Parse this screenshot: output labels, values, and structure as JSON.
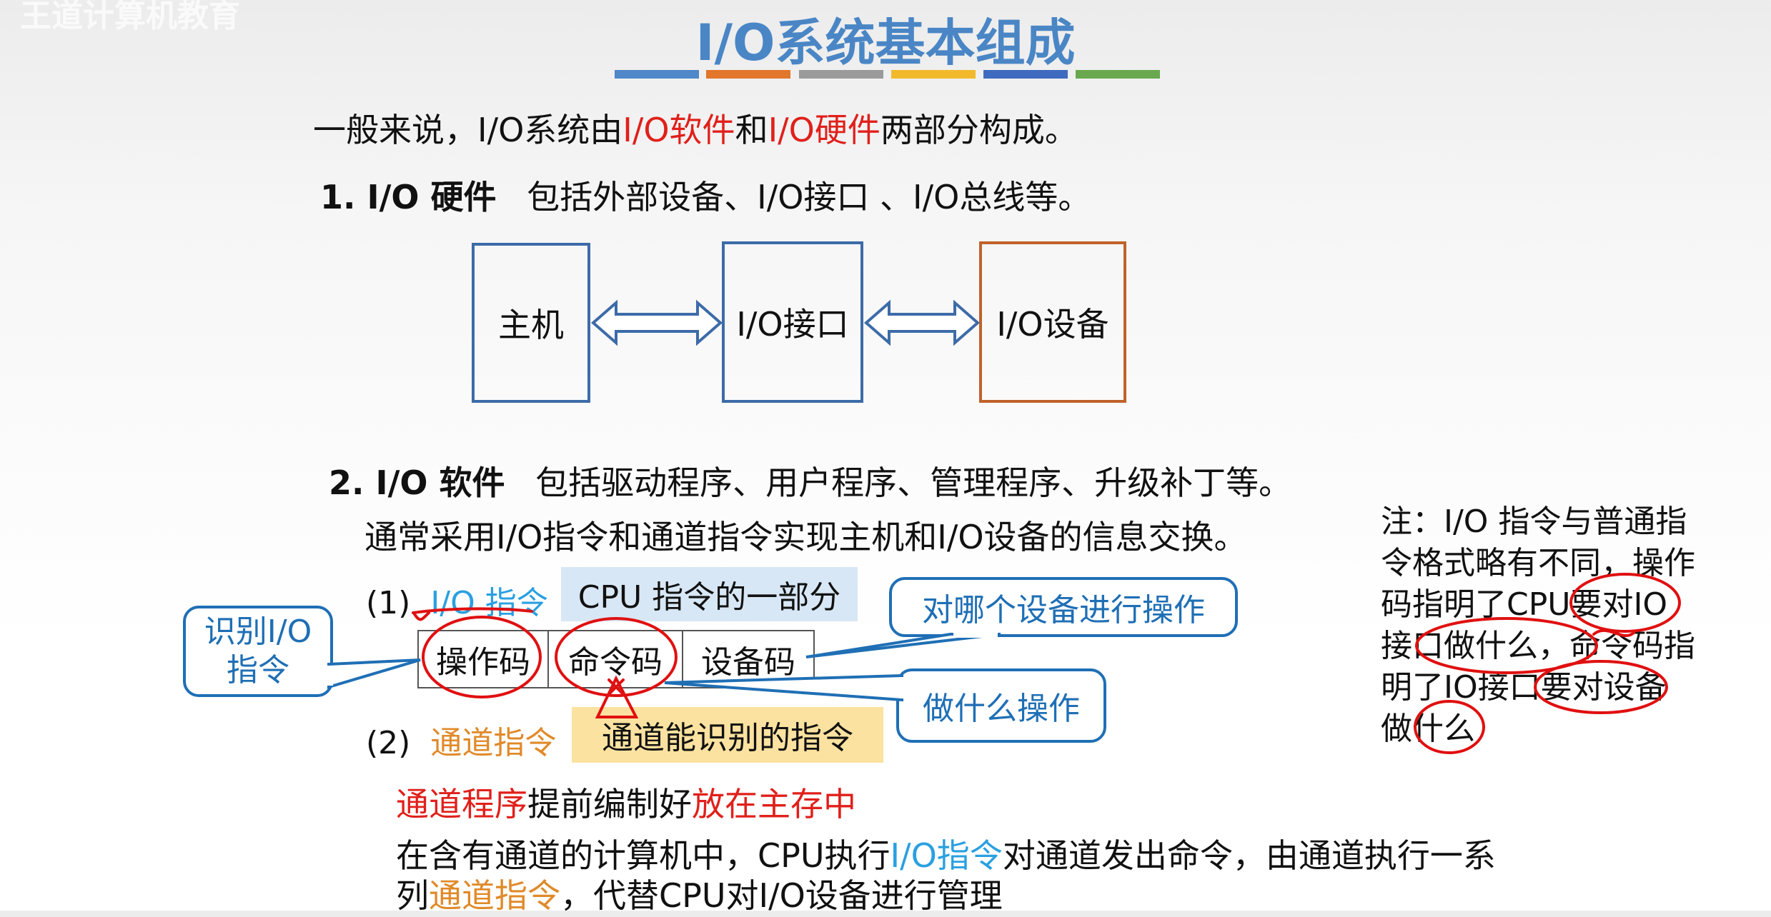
{
  "watermark": "王道计算机教育",
  "title": "I/O系统基本组成",
  "accent_colors": [
    "#4f87c8",
    "#e2762b",
    "#9a9a9a",
    "#f2b92c",
    "#3e6bbf",
    "#6aa84f"
  ],
  "intro": {
    "prefix": "一般来说，I/O系统由",
    "software": "I/O软件",
    "conj": "和",
    "hardware": "I/O硬件",
    "suffix": "两部分构成。"
  },
  "hardware": {
    "heading": "1. I/O 硬件",
    "desc": "包括外部设备、I/O接口 、I/O总线等。",
    "diagram": {
      "host": "主机",
      "interface": "I/O接口",
      "device": "I/O设备"
    }
  },
  "software": {
    "heading": "2. I/O 软件",
    "desc": "包括驱动程序、用户程序、管理程序、升级补丁等。",
    "line2": "通常采用I/O指令和通道指令实现主机和I/O设备的信息交换。",
    "io_instr": {
      "num": "(1)",
      "label": "I/O 指令",
      "note": "CPU 指令的一部分",
      "fields": [
        "操作码",
        "命令码",
        "设备码"
      ]
    },
    "channel_instr": {
      "num": "(2)",
      "label": "通道指令",
      "note": "通道能识别的指令"
    },
    "callouts": {
      "identify": "识别I/O指令",
      "which_device": "对哪个设备进行操作",
      "what_op": "做什么操作"
    },
    "program_line": {
      "part1": "通道程序",
      "part2": "提前编制好",
      "part3": "放在主存中"
    },
    "final": {
      "part1": "在含有通道的计算机中，CPU执行",
      "io": "I/O指令",
      "part2": "对通道发出命令，由通道执行一系",
      "part3": "列",
      "ch": "通道指令",
      "part4": "，代替CPU对I/O设备进行管理"
    }
  },
  "side_note": "注：I/O 指令与普通指令格式略有不同，操作码指明了CPU要对IO接口做什么，命令码指明了IO接口要对设备做什么"
}
